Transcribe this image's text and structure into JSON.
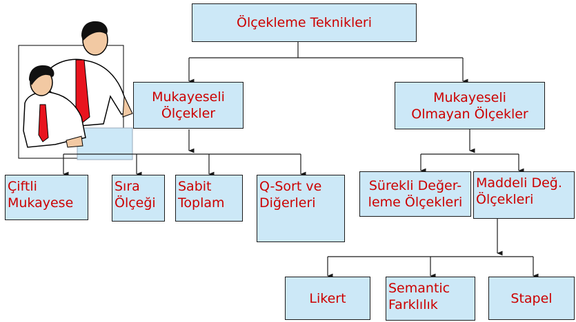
{
  "root": {
    "label": "Ölçekleme Teknikleri"
  },
  "comparative": {
    "line1": "Mukayeseli",
    "line2": "Ölçekler"
  },
  "non_comparative": {
    "line1": "Mukayeseli",
    "line2": "Olmayan Ölçekler"
  },
  "paired": {
    "line1": "Çiftli",
    "line2": "Mukayese"
  },
  "rank": {
    "line1": "Sıra",
    "line2": "Ölçeği"
  },
  "constant_sum": {
    "line1": "Sabit",
    "line2": "Toplam"
  },
  "qsort": {
    "line1": "Q-Sort ve",
    "line2": "Diğerleri"
  },
  "continuous": {
    "line1": "Sürekli Değer-",
    "line2": "leme Ölçekleri"
  },
  "itemized": {
    "line1": "Maddeli Değ.",
    "line2": "Ölçekleri"
  },
  "likert": {
    "label": "Likert"
  },
  "semantic": {
    "line1": "Semantic",
    "line2": "Farklılık"
  },
  "stapel": {
    "label": "Stapel"
  },
  "colors": {
    "box_fill": "#cce8f7",
    "text": "#cc0000",
    "line": "#1a1a1a",
    "tie": "#e8141e"
  }
}
